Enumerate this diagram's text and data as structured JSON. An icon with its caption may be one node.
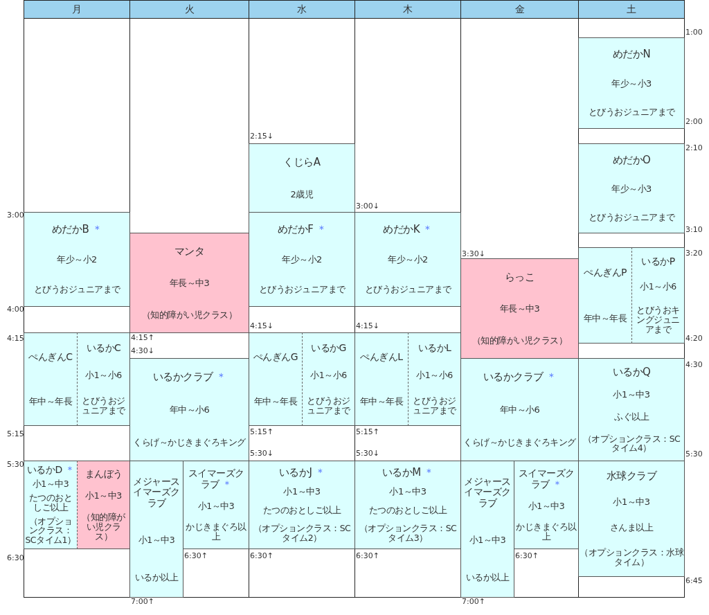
{
  "diagram": {
    "nodes": [
      {
        "text": [
          "めだかB ＊",
          "年少～小2",
          "とびうおジュニアまで"
        ]
      },
      {
        "text": [
          "ぺんぎんC",
          "年中～年長"
        ]
      },
      {
        "text": [
          "いるかC",
          "小1～小6",
          "とびうおジュニアまで"
        ]
      },
      {
        "text": [
          "いるかD ＊",
          "小1～中3",
          "たつのおとしご以上",
          "（オプションクラス：SCタイム1）"
        ]
      },
      {
        "text": [
          "まんぼう",
          "小1～中3",
          "（知的障がい児クラス）"
        ]
      },
      {
        "text": [
          "マンタ",
          "年長～中3",
          "（知的障がい児クラス）"
        ]
      },
      {
        "text": [
          "いるかクラブ ＊",
          "年中～小6",
          "くらげ～かじきまぐろキング"
        ]
      },
      {
        "text": [
          "メジャースイマーズクラブ",
          "小1～中3",
          "いるか以上"
        ]
      },
      {
        "text": [
          "スイマーズクラブ ＊",
          "小1～中3",
          "かじきまぐろ以上"
        ]
      },
      {
        "text": [
          "くじらA",
          "2歳児"
        ]
      },
      {
        "text": [
          "めだかF ＊",
          "年少～小2",
          "とびうおジュニアまで"
        ]
      },
      {
        "text": [
          "ぺんぎんG",
          "年中～年長"
        ]
      },
      {
        "text": [
          "いるかG",
          "小1～小6",
          "とびうおジュニアまで"
        ]
      },
      {
        "text": [
          "いるかJ ＊",
          "小1～中3",
          "たつのおとしご以上",
          "（オプションクラス：SCタイム2）"
        ]
      },
      {
        "text": [
          "めだかK ＊",
          "年少～小2",
          "とびうおジュニアまで"
        ]
      },
      {
        "text": [
          "ぺんぎんL",
          "年中～年長"
        ]
      },
      {
        "text": [
          "いるかL",
          "小1～小6",
          "とびうおジュニアまで"
        ]
      },
      {
        "text": [
          "いるかM ＊",
          "小1～中3",
          "たつのおとしご以上",
          "（オプションクラス：SCタイム3）"
        ]
      },
      {
        "text": [
          "らっこ",
          "年長～中3",
          "（知的障がい児クラス）"
        ]
      },
      {
        "text": [
          "いるかクラブ ＊",
          "年中～小6",
          "くらげ～かじきまぐろキング"
        ]
      },
      {
        "text": [
          "メジャースイマーズクラブ",
          "小1～中3",
          "いるか以上"
        ]
      },
      {
        "text": [
          "スイマーズクラブ ＊",
          "小1～中3",
          "かじきまぐろ以上"
        ]
      },
      {
        "text": [
          "めだかN",
          "年少～小3",
          "とびうおジュニアまで"
        ]
      },
      {
        "text": [
          "めだかO",
          "年少～小3",
          "とびうおジュニアまで"
        ]
      },
      {
        "text": [
          "ぺんぎんP",
          "年中～年長"
        ]
      },
      {
        "text": [
          "いるかP",
          "小1～小6",
          "とびうおキングジュニアまで"
        ]
      },
      {
        "text": [
          "いるかQ",
          "小1～中3",
          "ふぐ以上",
          "（オプションクラス：SCタイム4）"
        ]
      },
      {
        "text": [
          "水球クラブ",
          "小1～中3",
          "さんま以上",
          "（オプションクラス：水球タイム）"
        ]
      }
    ],
    "labels": [
      "月",
      "火",
      "水",
      "木",
      "金",
      "土",
      "1:00",
      "2:00",
      "2:15↓",
      "2:10",
      "3:00↓",
      "3:00",
      "3:10",
      "3:30↓",
      "3:20",
      "4:00",
      "4:15↓",
      "4:15↓",
      "4:15",
      "4:15↑",
      "4:20",
      "4:30↓",
      "4:30",
      "5:15",
      "5:15↑",
      "5:15↑",
      "5:30↓",
      "5:30↓",
      "5:30",
      "5:30",
      "6:30",
      "6:30↑",
      "6:30↑",
      "6:30↑",
      "6:30↑",
      "6:45",
      "7:00↑",
      "7:00↑"
    ]
  }
}
